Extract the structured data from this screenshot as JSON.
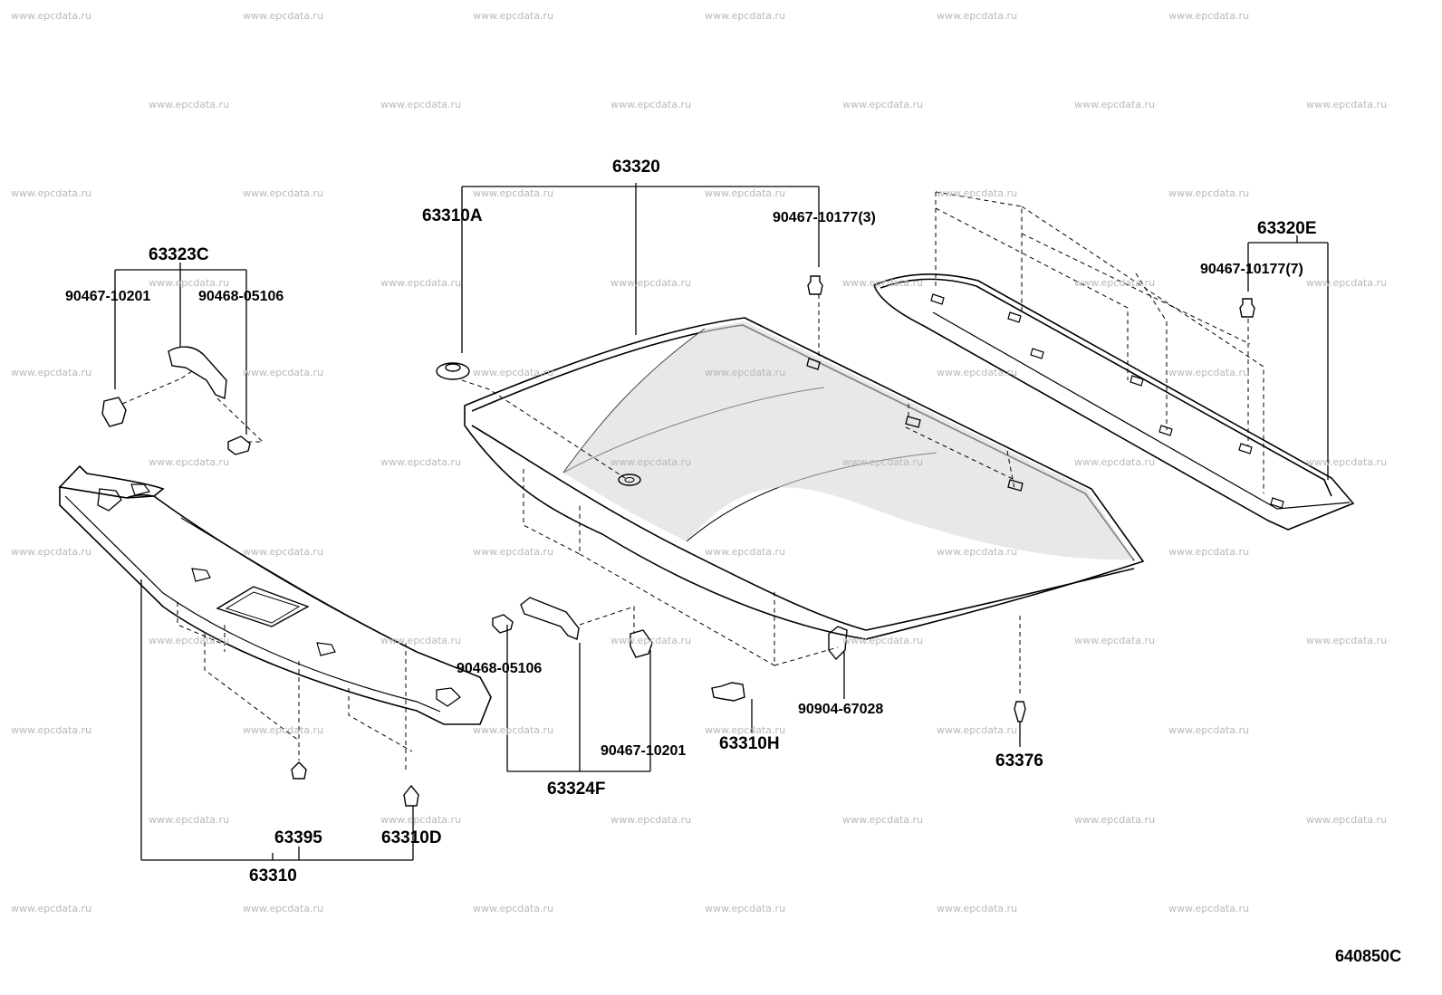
{
  "watermark": "www.epcdata.ru",
  "labels": {
    "p63320": "63320",
    "p63310A": "63310A",
    "p90467_10177_3": "90467-10177(3)",
    "p63323C": "63323C",
    "p90467_10201_left": "90467-10201",
    "p90468_05106_left": "90468-05106",
    "p63320E": "63320E",
    "p90467_10177_7": "90467-10177(7)",
    "p90468_05106_mid": "90468-05106",
    "p90467_10201_mid": "90467-10201",
    "p63324F": "63324F",
    "p63310H": "63310H",
    "p90904_67028": "90904-67028",
    "p63376": "63376",
    "p63395": "63395",
    "p63310D": "63310D",
    "p63310": "63310"
  },
  "diagram_code": "640850C"
}
